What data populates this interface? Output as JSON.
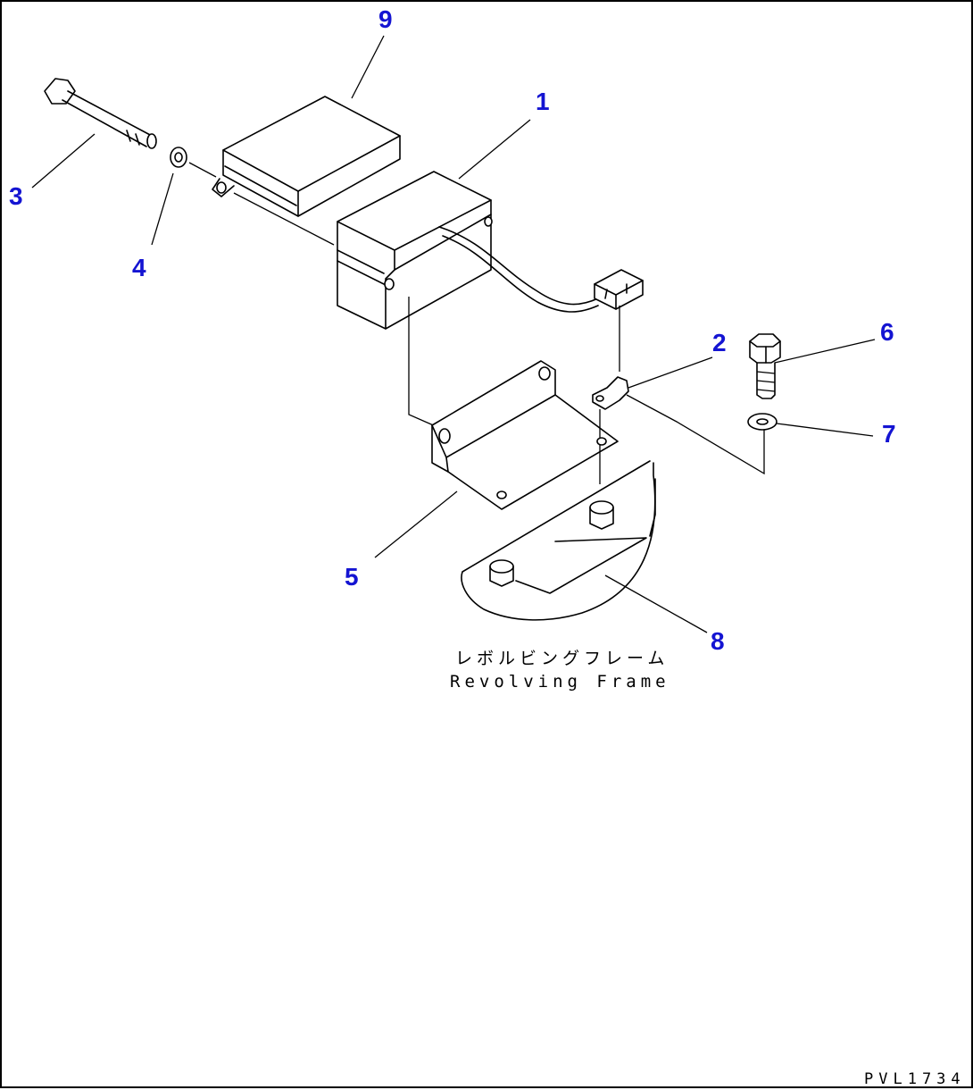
{
  "diagram": {
    "callouts": [
      {
        "id": "1",
        "label": "1"
      },
      {
        "id": "2",
        "label": "2"
      },
      {
        "id": "3",
        "label": "3"
      },
      {
        "id": "4",
        "label": "4"
      },
      {
        "id": "5",
        "label": "5"
      },
      {
        "id": "6",
        "label": "6"
      },
      {
        "id": "7",
        "label": "7"
      },
      {
        "id": "8",
        "label": "8"
      },
      {
        "id": "9",
        "label": "9"
      }
    ],
    "frame_label_jp": "レボルビングフレーム",
    "frame_label_en": "Revolving Frame",
    "drawing_code": "PVL1734",
    "callout_color": "#1414d2"
  }
}
